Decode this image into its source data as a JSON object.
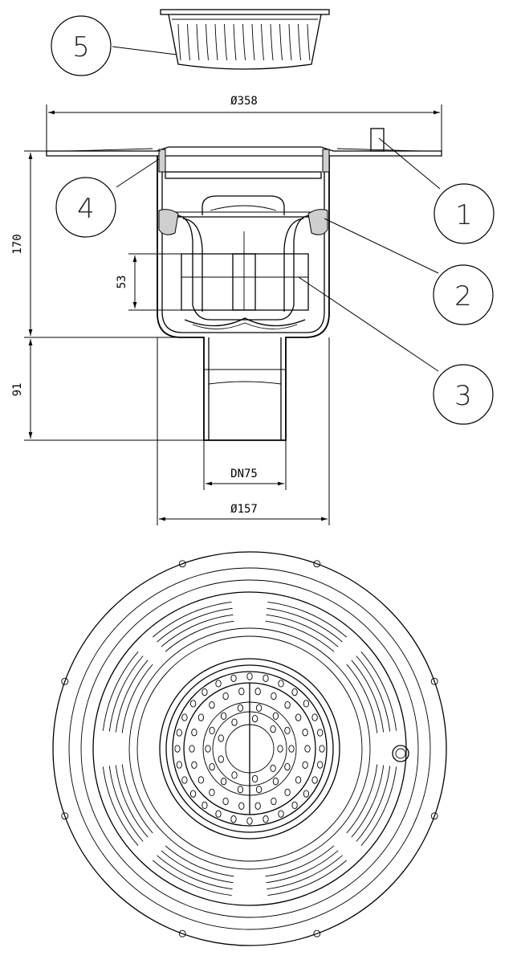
{
  "dimensions": {
    "outer_diameter": "Ø358",
    "body_diameter": "Ø157",
    "outlet": "DN75",
    "height_top": "170",
    "height_outlet": "91",
    "water_seal": "53"
  },
  "callouts": [
    "1",
    "2",
    "3",
    "4",
    "5"
  ],
  "colors": {
    "line": "#000000",
    "seal_fill": "#cfcfcf",
    "background": "#ffffff"
  }
}
